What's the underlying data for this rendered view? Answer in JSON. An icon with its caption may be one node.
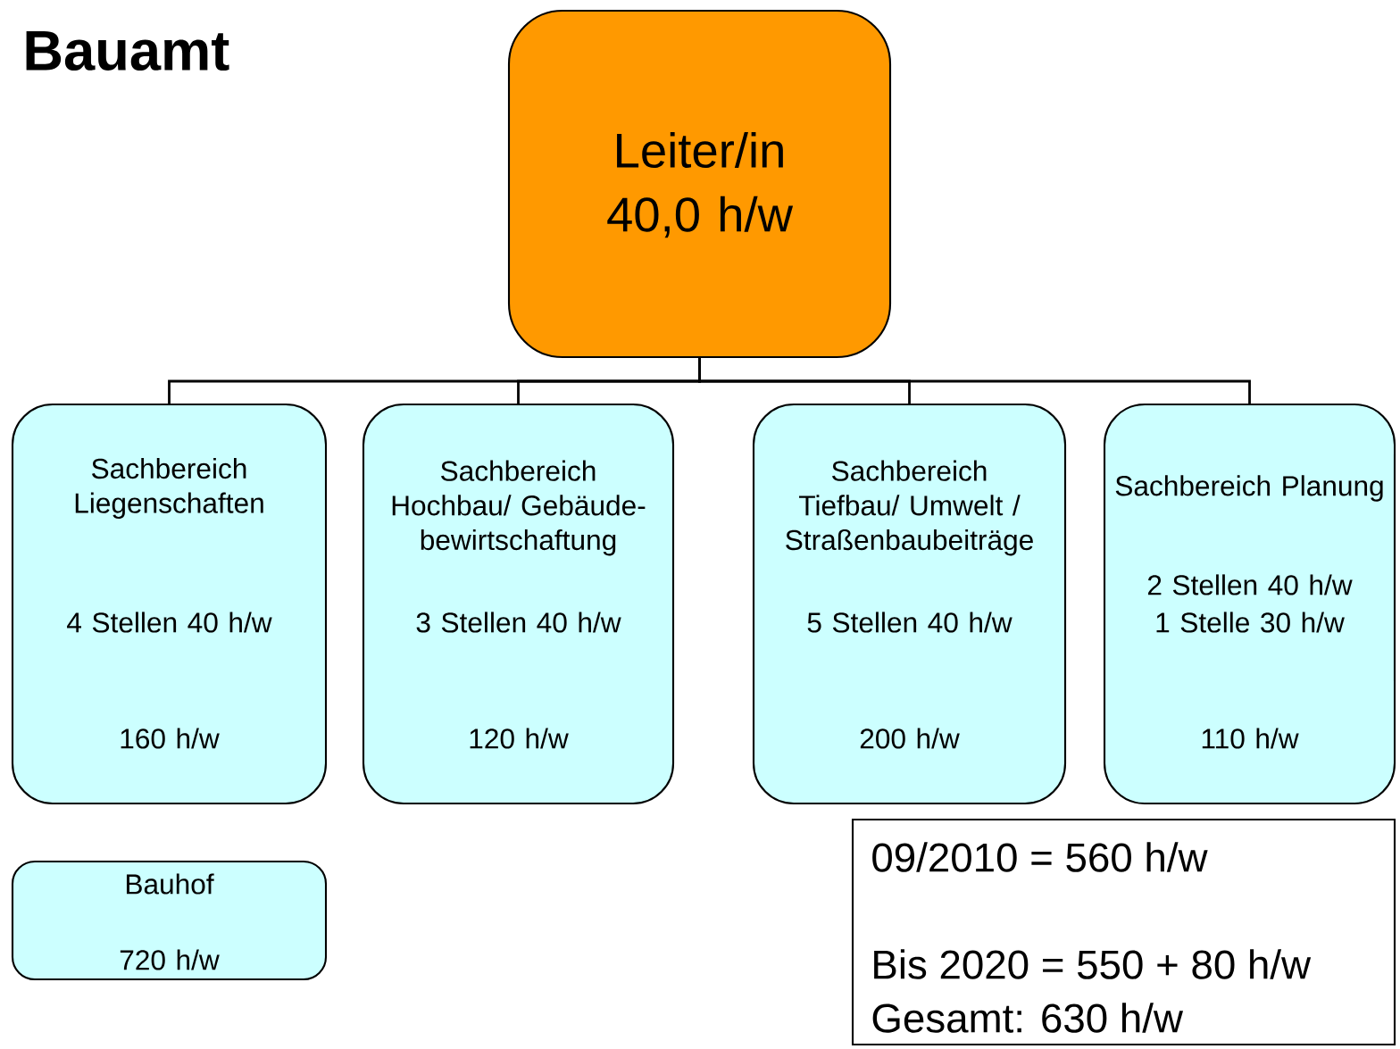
{
  "diagram": {
    "title": "Bauamt",
    "nodes": [
      {
        "text": [
          "Leiter/in",
          "40,0 h/w"
        ]
      },
      {
        "text": [
          "Sachbereich Liegenschaften",
          "4 Stellen 40 h/w",
          "160 h/w"
        ]
      },
      {
        "text": [
          "Sachbereich Hochbau/ Gebäude-bewirtschaftung",
          "3 Stellen 40 h/w",
          "120 h/w"
        ]
      },
      {
        "text": [
          "Sachbereich Tiefbau/ Umwelt / Straßenbaubeiträge",
          "5 Stellen 40 h/w",
          "200 h/w"
        ]
      },
      {
        "text": [
          "Sachbereich Planung",
          "2 Stellen 40 h/w",
          "1 Stelle 30 h/w",
          "110 h/w"
        ]
      },
      {
        "text": [
          "Bauhof",
          "720 h/w"
        ]
      },
      {
        "text": [
          "09/2010 = 560 h/w",
          "Bis 2020 = 550 + 80 h/w",
          "Gesamt: 630 h/w"
        ]
      }
    ],
    "edges": [
      {
        "from": 0,
        "to": 1,
        "arrow": "none"
      },
      {
        "from": 0,
        "to": 2,
        "arrow": "none"
      },
      {
        "from": 0,
        "to": 3,
        "arrow": "none"
      },
      {
        "from": 0,
        "to": 4,
        "arrow": "none"
      }
    ]
  }
}
